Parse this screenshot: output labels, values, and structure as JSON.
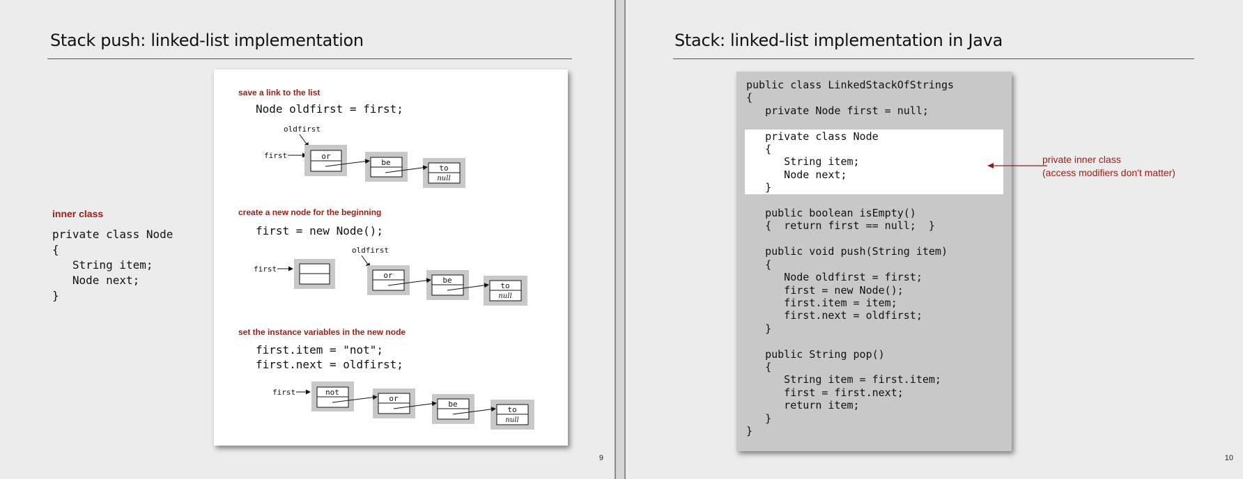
{
  "left": {
    "title": "Stack push:  linked-list implementation",
    "inner_class_label": "inner class",
    "inner_class_code": "private class Node\n{\n   String item;\n   Node next;\n}",
    "steps": [
      {
        "label": "save a link to the list",
        "code": "Node oldfirst = first;"
      },
      {
        "label": "create a new node for the beginning",
        "code": "first = new Node();"
      },
      {
        "label": "set the instance variables in the new node",
        "code": "first.item = \"not\";\nfirst.next = oldfirst;"
      }
    ],
    "diagram": {
      "first": "first",
      "oldfirst": "oldfirst",
      "or": "or",
      "be": "be",
      "to": "to",
      "null": "null",
      "not": "not"
    },
    "page_number": "9"
  },
  "right": {
    "title": "Stack:  linked-list implementation in Java",
    "code_top": "public class LinkedStackOfStrings\n{\n   private Node first = null;",
    "code_highlight": "   private class Node\n   {\n      String item;\n      Node next;\n   }",
    "code_bottom": "   public boolean isEmpty()\n   {  return first == null;  }\n\n   public void push(String item)\n   {\n      Node oldfirst = first;\n      first = new Node();\n      first.item = item;\n      first.next = oldfirst;\n   }\n\n   public String pop()\n   {\n      String item = first.item;\n      first = first.next;\n      return item;\n   }\n}",
    "annotation_line1": "private inner class",
    "annotation_line2": "(access modifiers don't matter)",
    "page_number": "10"
  },
  "colors": {
    "accent_red": "#9e1b14",
    "slide_bg": "#ececec",
    "node_shadow": "#c8c8c8"
  }
}
